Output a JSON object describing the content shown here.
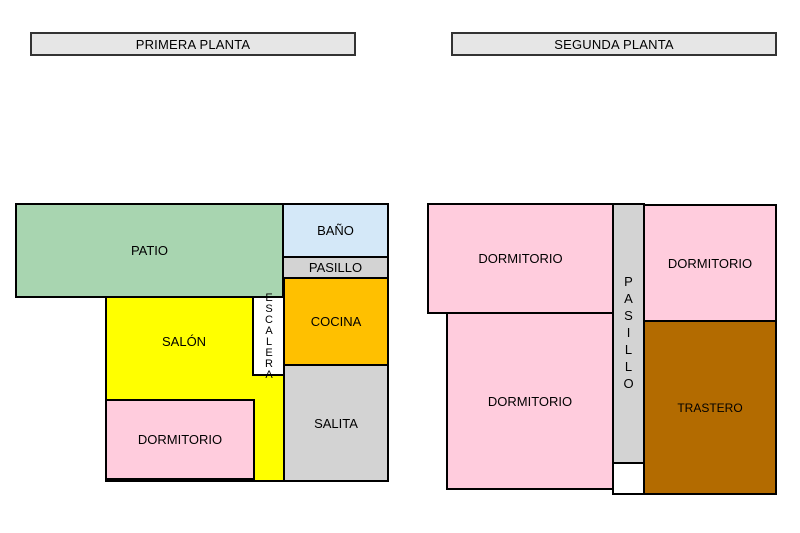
{
  "floors": [
    {
      "title": "PRIMERA PLANTA",
      "rooms": {
        "patio": "PATIO",
        "bano": "BAÑO",
        "pasillo": "PASILLO",
        "cocina": "COCINA",
        "salon": "SALÓN",
        "escalera": "ESCALERA",
        "dormitorio": "DORMITORIO",
        "salita": "SALITA"
      }
    },
    {
      "title": "SEGUNDA PLANTA",
      "rooms": {
        "dormitorio_a": "DORMITORIO",
        "pasillo": "PASILLO",
        "dormitorio_b": "DORMITORIO",
        "dormitorio_c": "DORMITORIO",
        "trastero": "TRASTERO"
      }
    }
  ],
  "colors": {
    "patio": "#a8d5b0",
    "bano": "#d4e8f8",
    "pasillo": "#d3d3d3",
    "cocina": "#ffc000",
    "salon": "#ffff00",
    "escalera": "#ffffff",
    "dormitorio": "#ffccdd",
    "salita": "#d3d3d3",
    "trastero": "#b36b00"
  }
}
